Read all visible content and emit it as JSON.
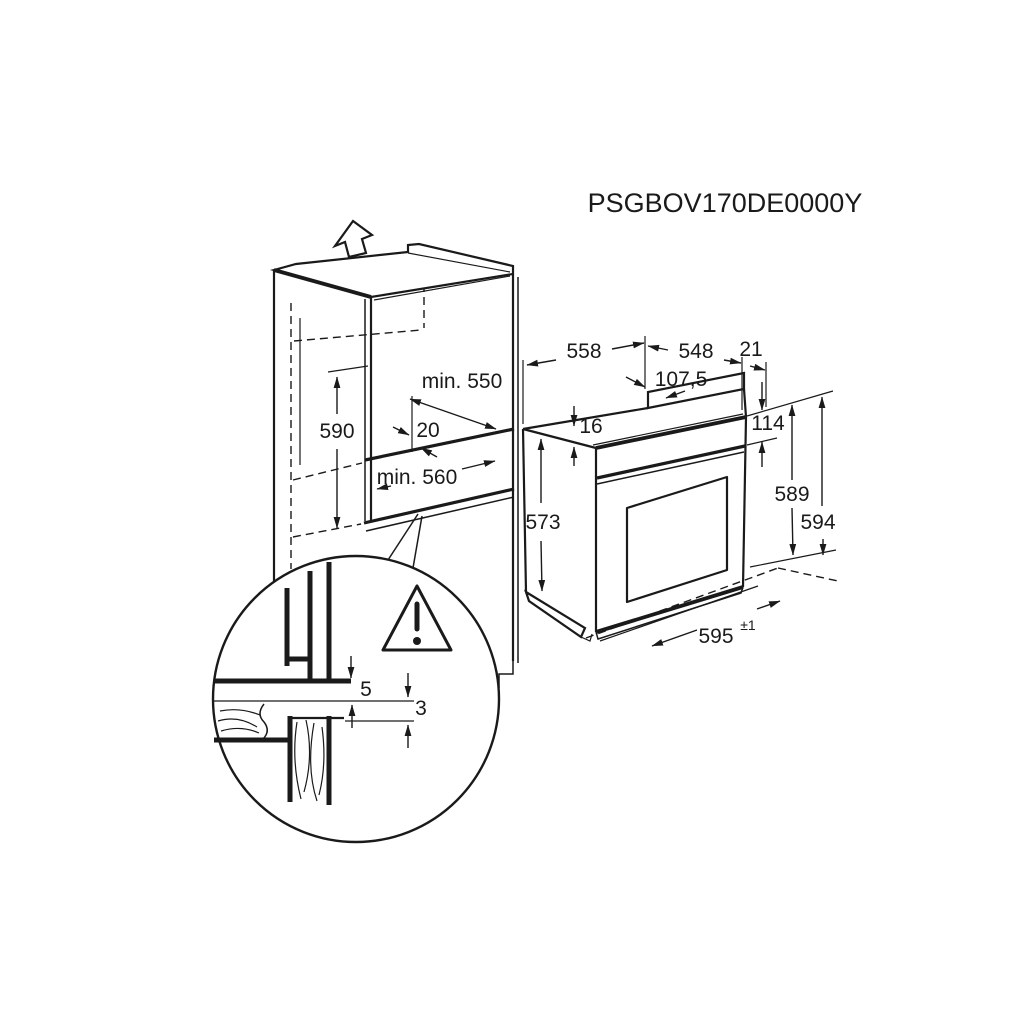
{
  "product_code": "PSGBOV170DE0000Y",
  "cabinet": {
    "niche_height": "590",
    "niche_depth_top": "min. 550",
    "clearance": "20",
    "niche_depth_bottom": "min. 560"
  },
  "oven": {
    "top_width": "558",
    "body_depth": "548",
    "rear_clearance": "21",
    "rear_offset": "107,5",
    "top_edge_thickness": "16",
    "front_top_height": "114",
    "side_height": "573",
    "height_to_top": "589",
    "total_height": "594",
    "front_width": "595",
    "front_width_tolerance": "±1"
  },
  "detail": {
    "gap_above": "5",
    "gap_below": "3"
  },
  "icons": {
    "warning": "exclamation-triangle",
    "direction": "arrow-up"
  },
  "colors": {
    "line": "#1a1a1a",
    "background": "#ffffff"
  }
}
